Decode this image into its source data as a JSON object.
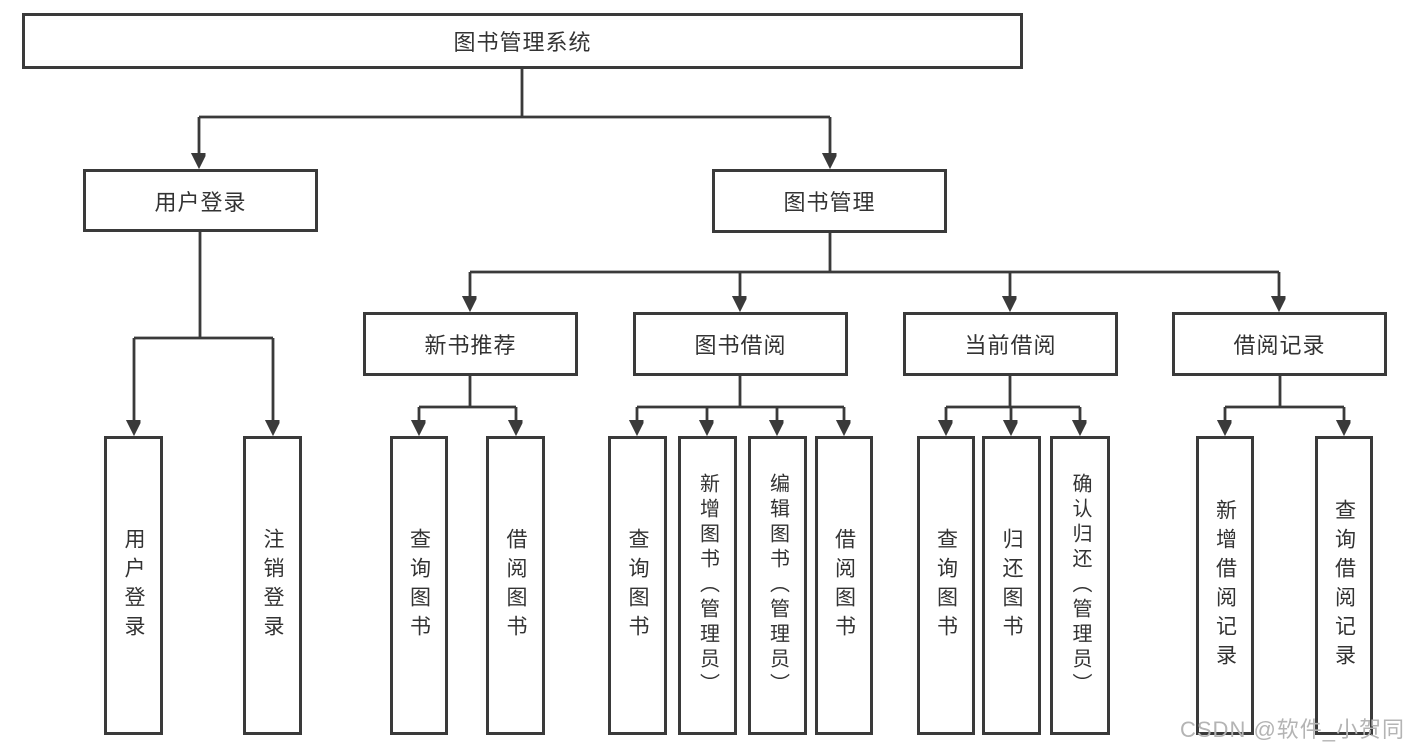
{
  "diagram_type": "hierarchy-tree",
  "root_label": "图书管理系统",
  "branches": [
    {
      "label": "用户登录",
      "children": [
        {
          "label": "用户登录"
        },
        {
          "label": "注销登录"
        }
      ]
    },
    {
      "label": "图书管理",
      "subgroups": [
        {
          "label": "新书推荐",
          "children": [
            {
              "label": "查询图书"
            },
            {
              "label": "借阅图书"
            }
          ]
        },
        {
          "label": "图书借阅",
          "children": [
            {
              "label": "查询图书"
            },
            {
              "label": "新增图书（管理员）"
            },
            {
              "label": "编辑图书（管理员）"
            },
            {
              "label": "借阅图书"
            }
          ]
        },
        {
          "label": "当前借阅",
          "children": [
            {
              "label": "查询图书"
            },
            {
              "label": "归还图书"
            },
            {
              "label": "确认归还（管理员）"
            }
          ]
        },
        {
          "label": "借阅记录",
          "children": [
            {
              "label": "新增借阅记录"
            },
            {
              "label": "查询借阅记录"
            }
          ]
        }
      ]
    }
  ],
  "watermark": "CSDN @软件_小贺同学",
  "colors": {
    "line": "#3a3a3a",
    "text": "#333333",
    "watermark": "#b4b4b4",
    "bg": "#ffffff"
  }
}
